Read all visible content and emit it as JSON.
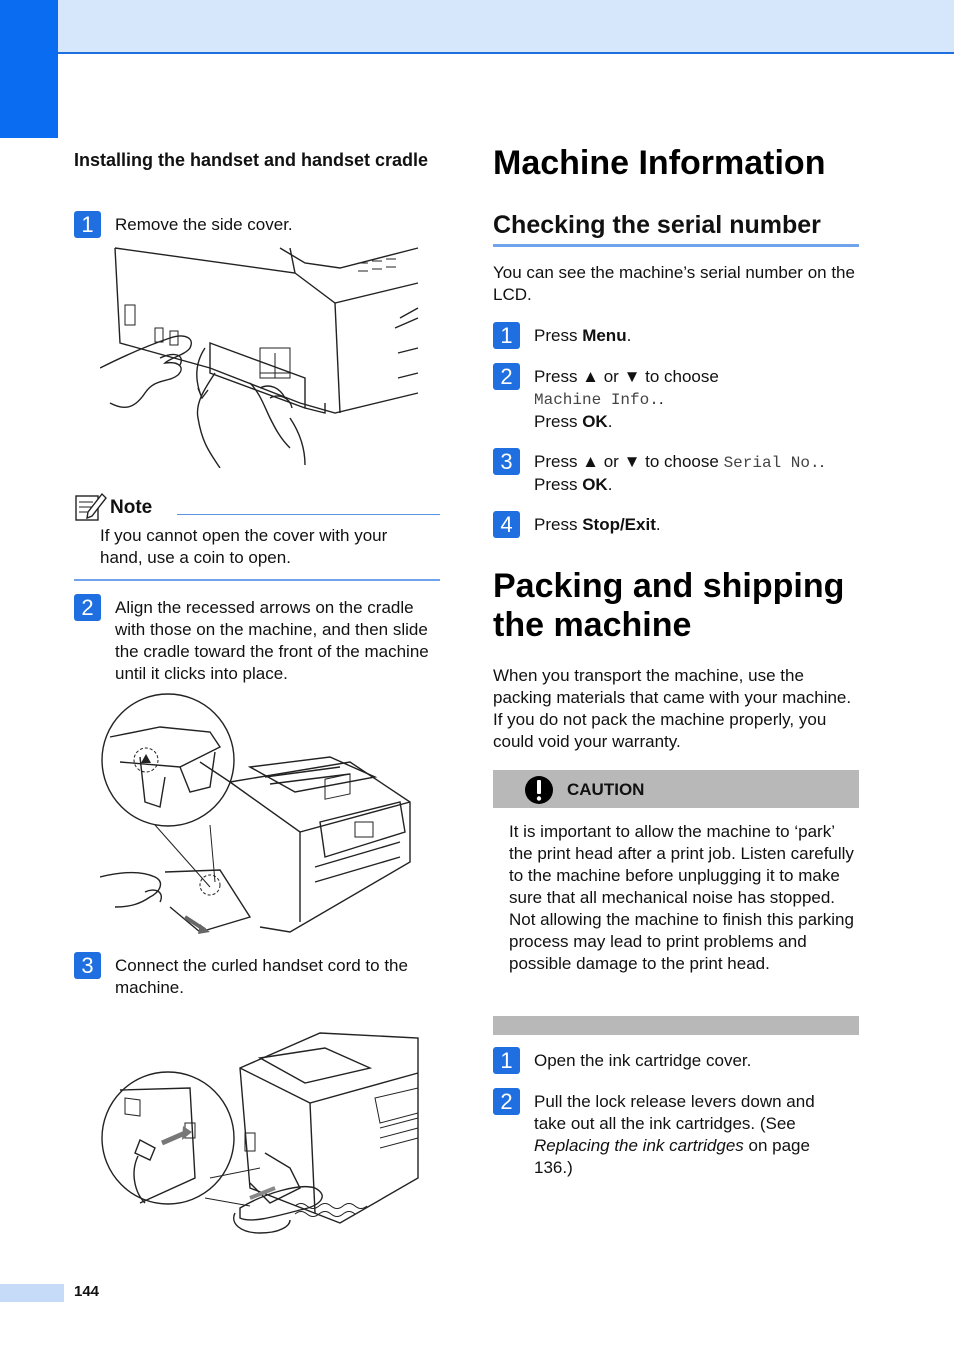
{
  "page": {
    "number": "144"
  },
  "left": {
    "section_title": "Installing the handset and handset cradle",
    "steps": [
      {
        "n": "1",
        "text": "Remove the side cover."
      },
      {
        "n": "2",
        "text": "Align the recessed arrows on the cradle with those on the machine, and then slide the cradle toward the front of the machine until it clicks into place."
      },
      {
        "n": "3",
        "text": "Connect the curled handset cord to the machine."
      }
    ],
    "note": {
      "title": "Note",
      "body": "If you cannot open the cover with your hand, use a coin to open."
    }
  },
  "right": {
    "h1_machine_info": "Machine Information",
    "h2_serial": "Checking the serial number",
    "serial_intro": "You can see the machine’s serial number on the LCD.",
    "serial_steps": {
      "s1": {
        "n": "1",
        "pre": "Press ",
        "bold": "Menu",
        "post": "."
      },
      "s2": {
        "n": "2",
        "pre": "Press ▲ or ▼ to choose",
        "mono": "Machine Info.",
        "post": ".",
        "line3_pre": "Press ",
        "line3_bold": "OK",
        "line3_post": "."
      },
      "s3": {
        "n": "3",
        "pre": "Press ▲ or ▼ to choose ",
        "mono": "Serial No.",
        "post": ".",
        "line2_pre": "Press ",
        "line2_bold": "OK",
        "line2_post": "."
      },
      "s4": {
        "n": "4",
        "pre": "Press ",
        "bold": "Stop/Exit",
        "post": "."
      }
    },
    "h1_packing": "Packing and shipping the machine",
    "packing_intro": "When you transport the machine, use the packing materials that came with your machine. If you do not pack the machine properly, you could void your warranty.",
    "caution": {
      "label": "CAUTION",
      "body": "It is important to allow the machine to ‘park’ the print head after a print job. Listen carefully to the machine before unplugging it to make sure that all mechanical noise has stopped. Not allowing the machine to finish this parking process may lead to print problems and possible damage to the print head."
    },
    "pack_steps": {
      "p1": {
        "n": "1",
        "text": "Open the ink cartridge cover."
      },
      "p2": {
        "n": "2",
        "pre": "Pull the lock release levers down and take out all the ink cartridges. (See ",
        "italic": "Replacing the ink cartridges",
        "post": " on page 136.)"
      }
    }
  }
}
